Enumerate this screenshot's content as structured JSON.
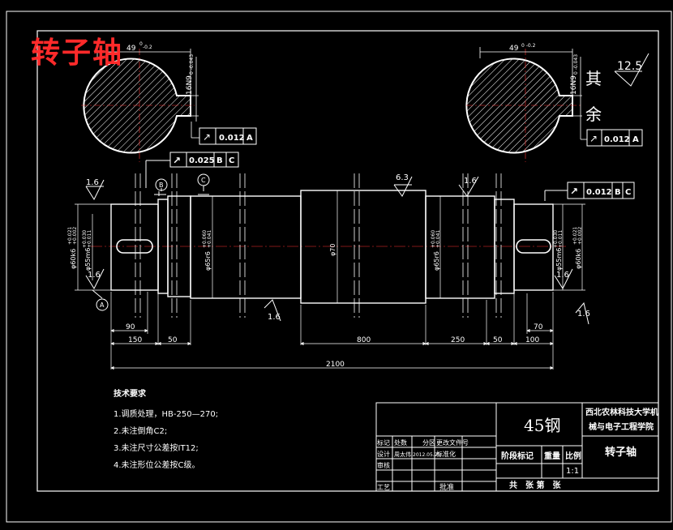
{
  "title_red": "转子轴",
  "roughness_default": "12.5",
  "roughness_note": [
    "其",
    "余"
  ],
  "tech_requirements": {
    "title": "技术要求",
    "items": [
      "1.调质处理，HB-250—270;",
      "2.未注倒角C2;",
      "3.未注尺寸公差按IT12;",
      "4.未注形位公差按C级。"
    ]
  },
  "section_left": {
    "width_dim": "49",
    "width_tol": "0\n-0.2",
    "key_dim": "16N9",
    "key_tol": "0\n-0.043"
  },
  "section_right": {
    "width_dim": "49",
    "width_tol": "0\n-0.2",
    "key_dim": "16N9",
    "key_tol": "0\n-0.043"
  },
  "tolerance_frames": {
    "sym_left": {
      "value": "0.012",
      "datum": "A"
    },
    "sym_right": {
      "value": "0.012",
      "datum": "A"
    },
    "runout_left": {
      "value": "0.025",
      "datums": [
        "B",
        "C"
      ]
    },
    "runout_right": {
      "value": "0.012",
      "datums": [
        "B",
        "C"
      ]
    }
  },
  "datums": [
    "A",
    "B",
    "C"
  ],
  "roughness_marks": [
    "1.6",
    "1.6",
    "6.3",
    "1.6",
    "1.6",
    "1.6",
    "1.6"
  ],
  "diameters": {
    "d60_left": "φ60k6",
    "d60_left_tol": "+0.021\n+0.002",
    "d55_left": "φ55m6",
    "d55_left_tol": "+0.030\n+0.011",
    "d65_left": "φ65r6",
    "d65_left_tol": "+0.060\n+0.041",
    "d70": "φ70",
    "d65_right": "φ65r6",
    "d65_right_tol": "+0.060\n+0.041",
    "d55_right": "φ55m6",
    "d55_right_tol": "+0.030\n+0.011",
    "d60_right": "φ60k6",
    "d60_right_tol": "+0.021\n+0.002"
  },
  "lengths": {
    "l90": "90",
    "l150": "150",
    "l50a": "50",
    "l800": "800",
    "l250": "250",
    "l50b": "50",
    "l100": "100",
    "l70": "70",
    "total": "2100"
  },
  "title_block": {
    "material": "45钢",
    "school": [
      "西北农林科技大学机",
      "械与电子工程学院"
    ],
    "part_name": "转子轴",
    "stage_label": "阶段标记",
    "weight_label": "重量",
    "scale_label": "比例",
    "scale": "1:1",
    "sheets": "共　张 第　张",
    "rows": [
      [
        "标记",
        "处数",
        "分区",
        "更改文件号"
      ],
      [
        "设计",
        "周太伟",
        "2012.05.25",
        "标准化"
      ],
      [
        "审核",
        "",
        "",
        ""
      ],
      [
        "工艺",
        "",
        "批准",
        ""
      ]
    ]
  }
}
